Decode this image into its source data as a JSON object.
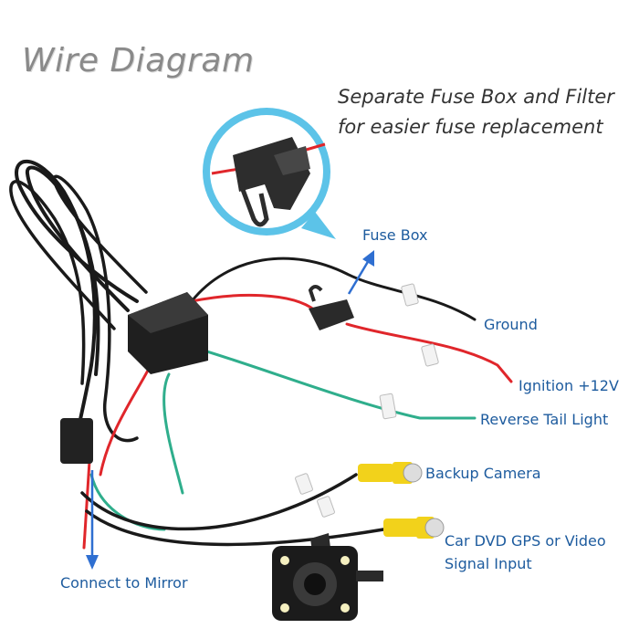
{
  "title": "Wire Diagram",
  "note": {
    "line1": "Separate Fuse Box and Filter",
    "line2": "for easier fuse replacement"
  },
  "labels": {
    "fuse_box": "Fuse Box",
    "ground": "Ground",
    "ignition": "Ignition +12V",
    "reverse": "Reverse Tail Light",
    "backup_camera": "Backup Camera",
    "car_dvd_line1": "Car DVD GPS or Video",
    "car_dvd_line2": "Signal Input",
    "connect_mirror": "Connect to Mirror"
  },
  "colors": {
    "label_blue": "#1d5b9e",
    "arrow_blue": "#2f6fd1",
    "wire_red": "#e0262b",
    "wire_green": "#2fae8c",
    "wire_black": "#1a1a1a",
    "rca_yellow": "#f2d21b",
    "zoom_bubble": "#5cc3e8"
  }
}
